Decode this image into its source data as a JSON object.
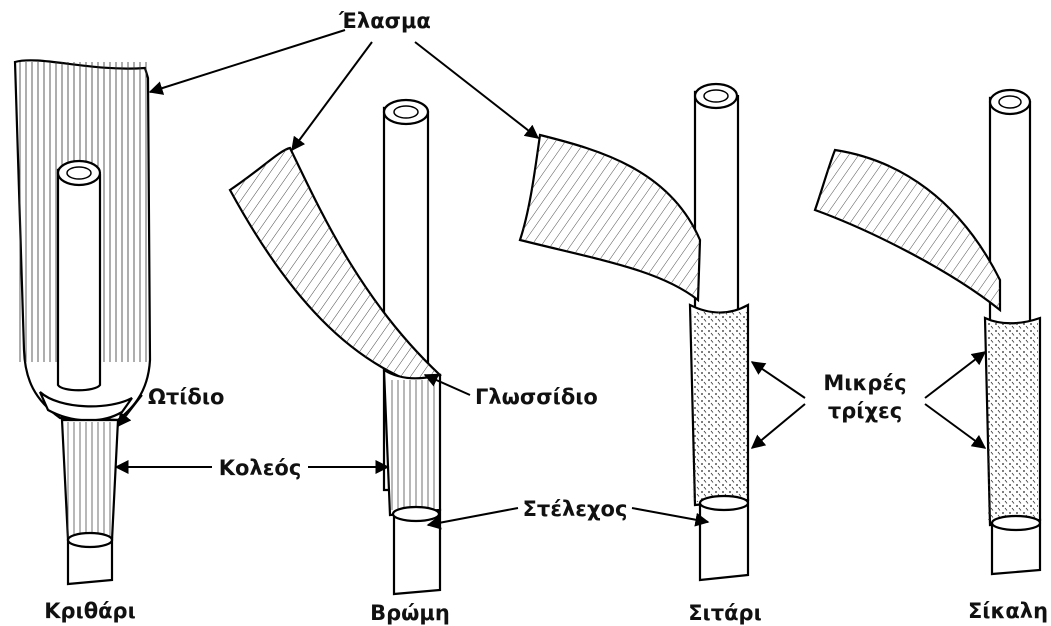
{
  "labels": {
    "blade": "Έλασμα",
    "auricle": "Ωτίδιο",
    "ligule": "Γλωσσίδιο",
    "sheath": "Κολεός",
    "stem": "Στέλεχος",
    "hairs_line1": "Μικρές",
    "hairs_line2": "τρίχες"
  },
  "plants": [
    {
      "name": "Κριθάρι",
      "color": "#111111"
    },
    {
      "name": "Βρώμη",
      "color": "#111111"
    },
    {
      "name": "Σιτάρι",
      "color": "#b5694a"
    },
    {
      "name": "Σίκαλη",
      "color": "#111111"
    }
  ]
}
